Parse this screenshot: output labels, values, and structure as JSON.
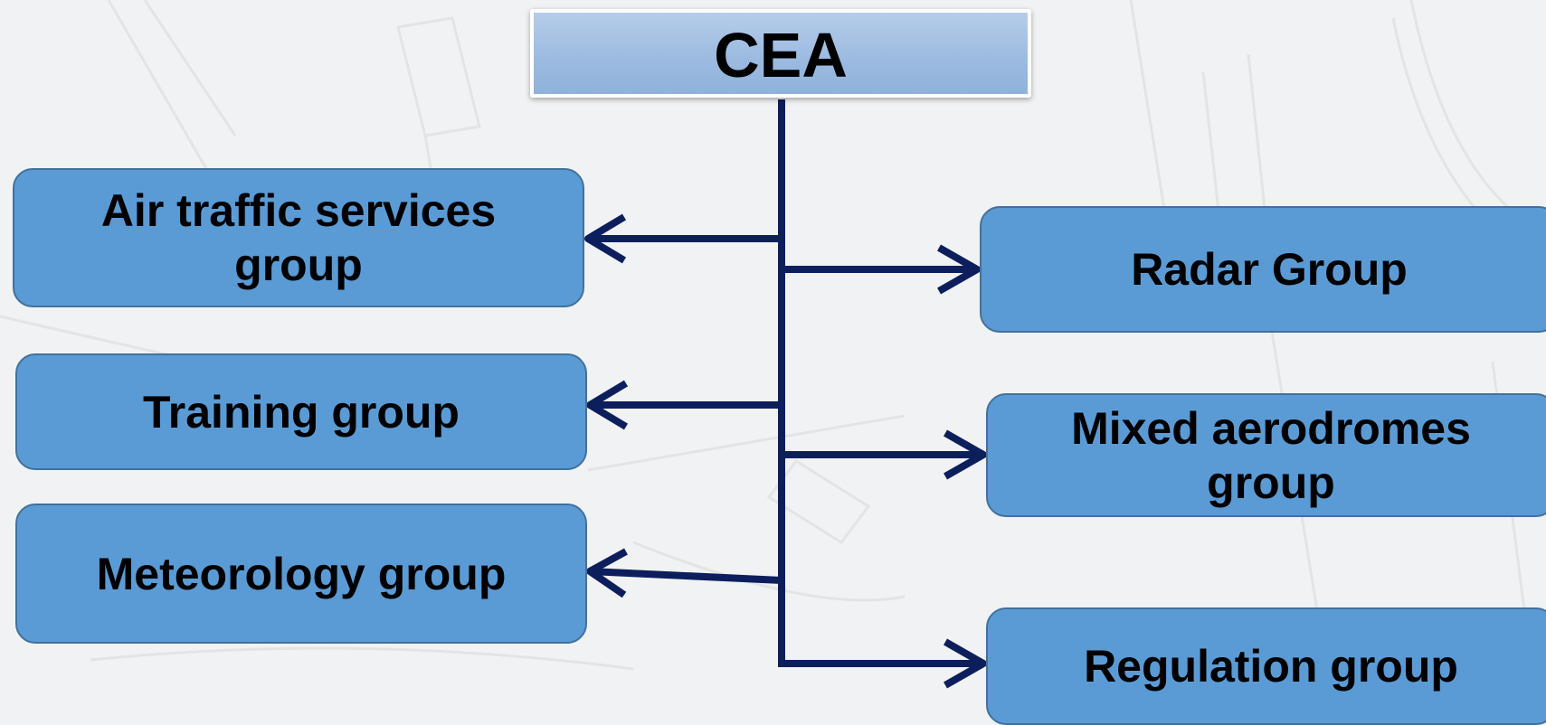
{
  "diagram": {
    "root": {
      "label": "CEA"
    },
    "left_groups": [
      {
        "id": "ats",
        "label": "Air traffic services group"
      },
      {
        "id": "training",
        "label": "Training group"
      },
      {
        "id": "meteorology",
        "label": "Meteorology group"
      }
    ],
    "right_groups": [
      {
        "id": "radar",
        "label": "Radar Group"
      },
      {
        "id": "mixed",
        "label": "Mixed aerodromes group"
      },
      {
        "id": "regulation",
        "label": "Regulation group"
      }
    ],
    "colors": {
      "background": "#f1f2f3",
      "root_fill": "#9dbbe1",
      "group_fill": "#5b9bd5",
      "group_border": "#41719c",
      "connector": "#0c1f5c",
      "text": "#000000"
    }
  }
}
